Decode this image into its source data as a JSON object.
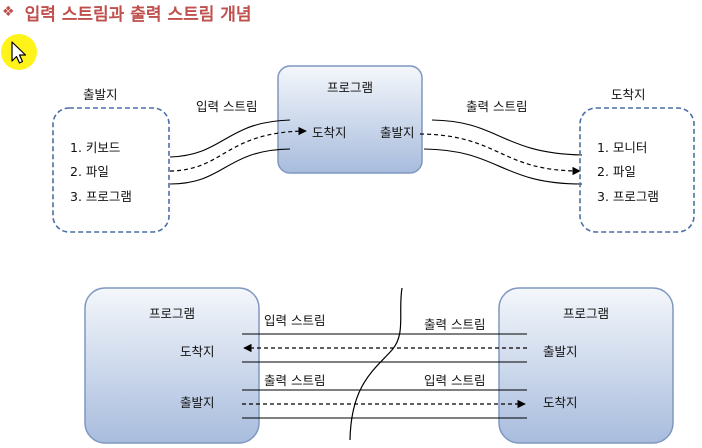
{
  "title": "입력 스트림과 출력 스트림 개념",
  "colors": {
    "title": "#c0504d",
    "box_top": "#f4f7fb",
    "box_bottom": "#a8bcdd",
    "box_border": "#7f97c0",
    "dashed_border": "#4a6fa5",
    "highlight": "#fff200"
  },
  "icons": {
    "bullet": "diamond-bullet-icon",
    "cursor": "mouse-pointer-icon"
  },
  "top": {
    "source_heading": "출발지",
    "sources": [
      "1. 키보드",
      "2. 파일",
      "3. 프로그램"
    ],
    "program_title": "프로그램",
    "arrive_label": "도착지",
    "depart_label": "출발지",
    "input_stream": "입력 스트림",
    "output_stream": "출력 스트림",
    "dest_heading": "도착지",
    "destinations": [
      "1. 모니터",
      "2. 파일",
      "3. 프로그램"
    ]
  },
  "bottom": {
    "left_title": "프로그램",
    "left_arrive": "도착지",
    "left_depart": "출발지",
    "right_title": "프로그램",
    "right_depart": "출발지",
    "right_arrive": "도착지",
    "row1_left": "입력 스트림",
    "row1_right": "출력 스트림",
    "row2_left": "출력 스트림",
    "row2_right": "입력 스트림"
  }
}
